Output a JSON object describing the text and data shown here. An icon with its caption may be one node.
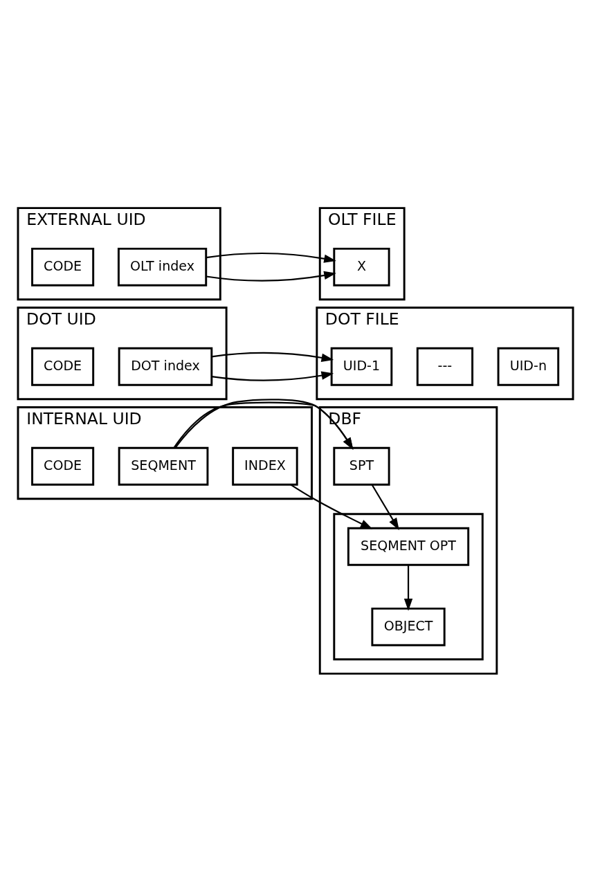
{
  "diagram": {
    "nodes": [
      {
        "text": [
          "EXTERNAL UID"
        ]
      },
      {
        "text": [
          "CODE"
        ],
        "in": 0
      },
      {
        "text": [
          "OLT index"
        ],
        "in": 0
      },
      {
        "text": [
          "OLT FILE"
        ]
      },
      {
        "text": [
          "X"
        ],
        "in": 3
      },
      {
        "text": [
          "DOT UID"
        ]
      },
      {
        "text": [
          "CODE"
        ],
        "in": 5
      },
      {
        "text": [
          "DOT index"
        ],
        "in": 5
      },
      {
        "text": [
          "DOT FILE"
        ]
      },
      {
        "text": [
          "UID-1"
        ],
        "in": 8
      },
      {
        "text": [
          "---"
        ],
        "in": 8
      },
      {
        "text": [
          "UID-n"
        ],
        "in": 8
      },
      {
        "text": [
          "INTERNAL UID"
        ]
      },
      {
        "text": [
          "CODE"
        ],
        "in": 12
      },
      {
        "text": [
          "SEQMENT"
        ],
        "in": 12
      },
      {
        "text": [
          "INDEX"
        ],
        "in": 12
      },
      {
        "text": [
          "DBF"
        ]
      },
      {
        "text": [
          "SPT"
        ],
        "in": 16
      },
      {
        "text": [],
        "shape": "box",
        "in": 16
      },
      {
        "text": [
          "SEQMENT OPT"
        ],
        "in": 18
      },
      {
        "text": [
          "OBJECT"
        ],
        "in": 18
      }
    ],
    "edges": [
      {
        "from": 2,
        "to": 4,
        "arrow": "to"
      },
      {
        "from": 7,
        "to": 9,
        "arrow": "to"
      },
      {
        "from": 14,
        "to": 17,
        "arrow": "to"
      },
      {
        "from": 15,
        "to": 19,
        "arrow": "to"
      },
      {
        "from": 17,
        "to": 19,
        "arrow": "to"
      },
      {
        "from": 19,
        "to": 20,
        "arrow": "to"
      }
    ]
  }
}
